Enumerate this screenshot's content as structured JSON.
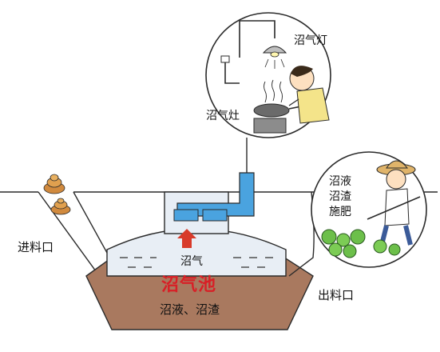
{
  "labels": {
    "biogas_lamp": "沼气灯",
    "biogas_stove": "沼气灶",
    "inlet": "进料口",
    "outlet": "出料口",
    "biogas": "沼气",
    "digester": "沼气池",
    "residue": "沼液、沼渣",
    "fertilizer_lines": [
      "沼液",
      "沼渣",
      "施肥"
    ]
  },
  "colors": {
    "soil": "#a9795f",
    "gas_zone": "#e8eef5",
    "pipe": "#4aa3df",
    "arrow": "#d83a2a",
    "accent_red": "#d81f26",
    "line": "#2a2a2a"
  },
  "icons": [
    "lamp-icon",
    "stove-icon",
    "cook-figure",
    "farmer-figure",
    "cabbage-icon",
    "manure-icon",
    "up-arrow-icon"
  ]
}
